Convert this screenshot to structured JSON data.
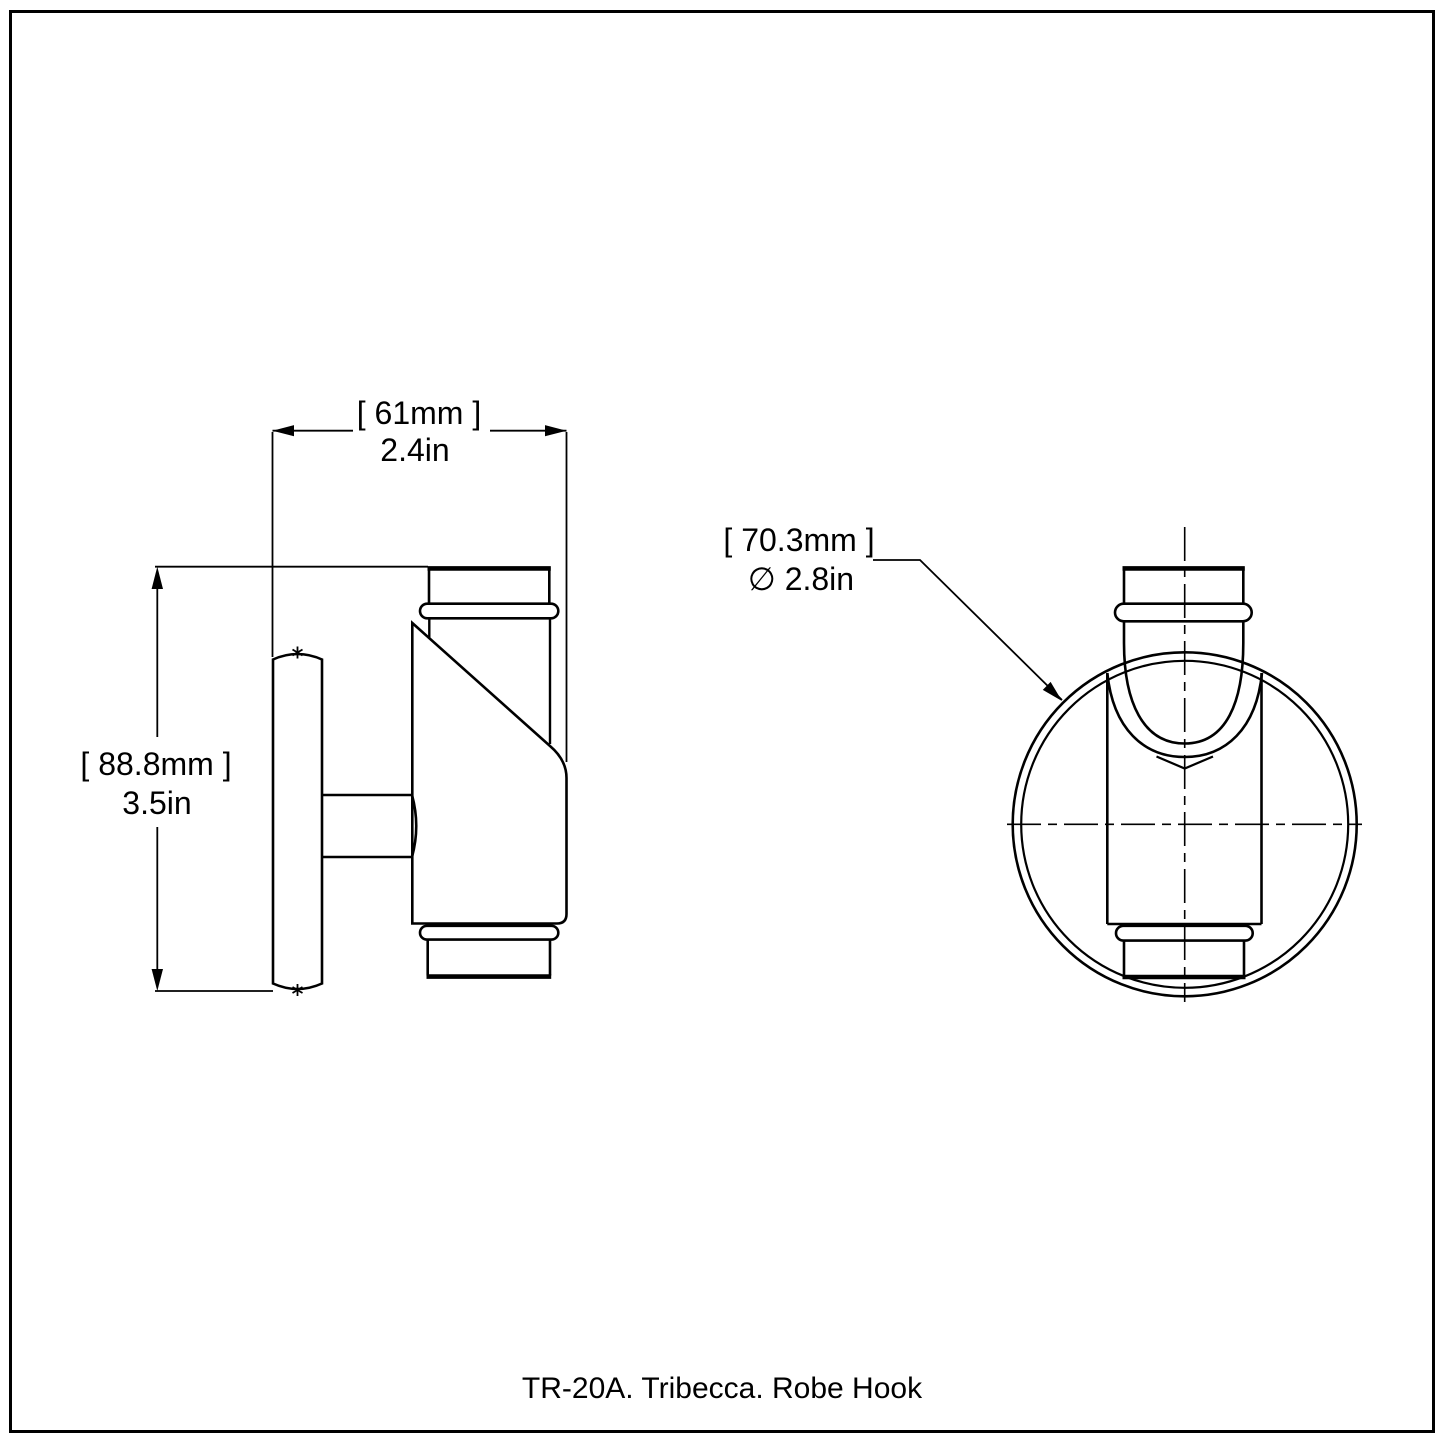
{
  "drawing": {
    "caption": "TR-20A. Tribecca. Robe Hook",
    "colors": {
      "line": "#000000",
      "background": "#ffffff"
    },
    "side_view": {
      "width_dimension": {
        "metric": "[ 61mm ]",
        "imperial": "2.4in"
      },
      "height_dimension": {
        "metric": "[ 88.8mm ]",
        "imperial": "3.5in"
      }
    },
    "front_view": {
      "diameter_dimension": {
        "metric": "[ 70.3mm ]",
        "imperial": "∅ 2.8in"
      }
    }
  }
}
